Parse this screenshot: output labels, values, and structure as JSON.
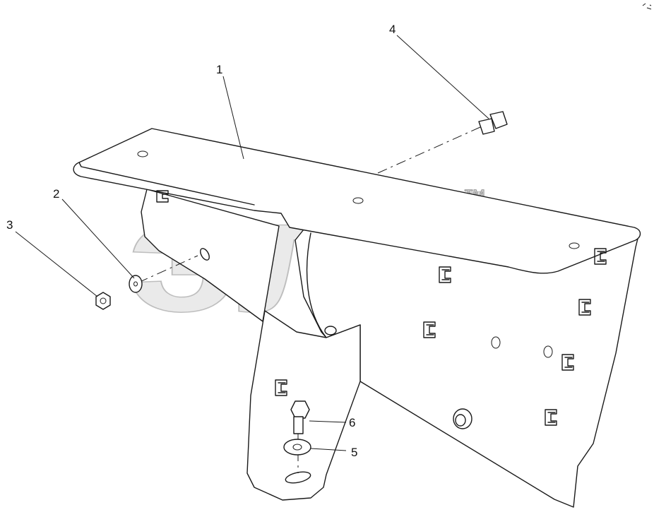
{
  "watermark": {
    "text": "элб",
    "trademark": "™"
  },
  "callouts": [
    {
      "id": "callout-1",
      "label": "1"
    },
    {
      "id": "callout-2",
      "label": "2"
    },
    {
      "id": "callout-3",
      "label": "3"
    },
    {
      "id": "callout-4",
      "label": "4"
    },
    {
      "id": "callout-5",
      "label": "5"
    },
    {
      "id": "callout-6",
      "label": "6"
    }
  ],
  "corner_mark": "⬚"
}
